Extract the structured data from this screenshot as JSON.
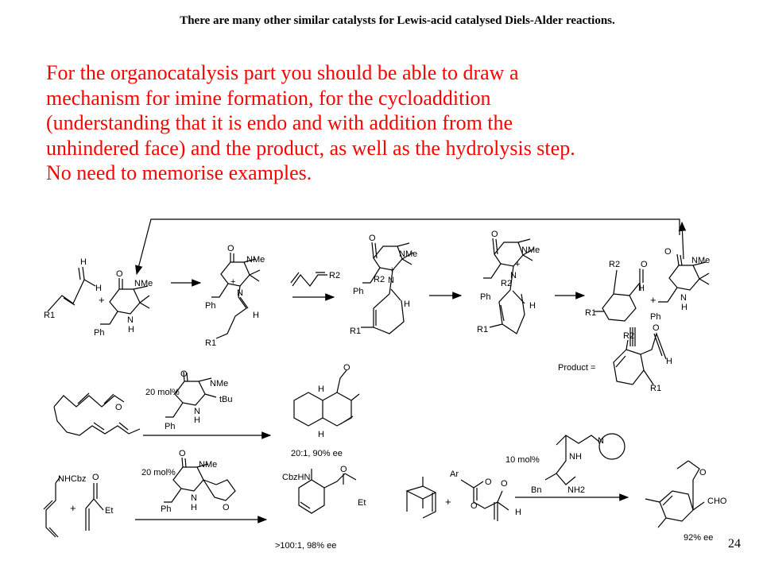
{
  "header": {
    "note": "There are many other similar catalysts for Lewis-acid catalysed Diels-Alder reactions."
  },
  "body": {
    "lines": [
      "For the organocatalysis part you should be able to draw a",
      "mechanism for imine formation, for the cycloaddition",
      "(understanding that it is endo and with addition from the",
      "unhindered face) and the product, as well as the hydrolysis step.",
      "No need to memorise examples."
    ]
  },
  "scheme1": {
    "aldehyde_h": "H",
    "aldehyde_r": "R1",
    "plus1": "+",
    "cat_o": "O",
    "cat_nme": "NMe",
    "cat_nh": "N",
    "cat_h": "H",
    "cat_ph": "Ph",
    "iminium_o": "O",
    "iminium_nme": "NMe",
    "iminium_n": "N",
    "iminium_plus": "+",
    "iminium_ph": "Ph",
    "iminium_h": "H",
    "iminium_r": "R1",
    "diene_r": "R2",
    "ts1_o": "O",
    "ts1_nme": "NMe",
    "ts1_n": "N",
    "ts1_plus": "+",
    "ts1_ph": "Ph",
    "ts1_r2": "R2",
    "ts1_r1": "R1",
    "ts1_h": "H",
    "ts2_o": "O",
    "ts2_nme": "NMe",
    "ts2_n": "N",
    "ts2_plus": "+",
    "ts2_ph": "Ph",
    "ts2_r2": "R2",
    "ts2_r1": "R1",
    "ts2_h": "H",
    "prod_r2": "R2",
    "prod_o": "O",
    "prod_h": "H",
    "prod_r1": "R1",
    "plus2": "+",
    "regen_o": "O",
    "regen_nme": "NMe",
    "regen_n": "N",
    "regen_h": "H",
    "regen_ph": "Ph",
    "product_label": "Product =",
    "pr_r2": "R2",
    "pr_o": "O",
    "pr_h": "H",
    "pr_r1": "R1"
  },
  "scheme2": {
    "sm_o": "O",
    "cat_o": "O",
    "cat_nme": "NMe",
    "cat_n": "N",
    "cat_h": "H",
    "cat_tbu": "tBu",
    "cat_ph": "Ph",
    "loading": "20 mol%",
    "prod_o": "O",
    "prod_h_top": "H",
    "prod_h_bottom": "H",
    "selectivity": "20:1, 90% ee"
  },
  "scheme3": {
    "diene_sub": "NHCbz",
    "plus": "+",
    "dienophile_o": "O",
    "dienophile_et": "Et",
    "cat_o": "O",
    "cat_nme": "NMe",
    "cat_n": "N",
    "cat_h": "H",
    "cat_ph": "Ph",
    "cat_furan_o": "O",
    "loading": "20 mol%",
    "prod_sub": "CbzHN",
    "prod_o": "O",
    "prod_et": "Et",
    "selectivity": ">100:1, 98% ee"
  },
  "scheme4": {
    "plus": "+",
    "ar": "Ar",
    "o1": "O",
    "o2": "O",
    "o3": "O",
    "h": "H",
    "loading": "10 mol%",
    "nh": "NH",
    "n": "N",
    "bn": "Bn",
    "nh2": "NH2",
    "prod_o": "O",
    "prod_cho": "CHO",
    "selectivity": "92% ee"
  },
  "footer": {
    "page": "24"
  }
}
